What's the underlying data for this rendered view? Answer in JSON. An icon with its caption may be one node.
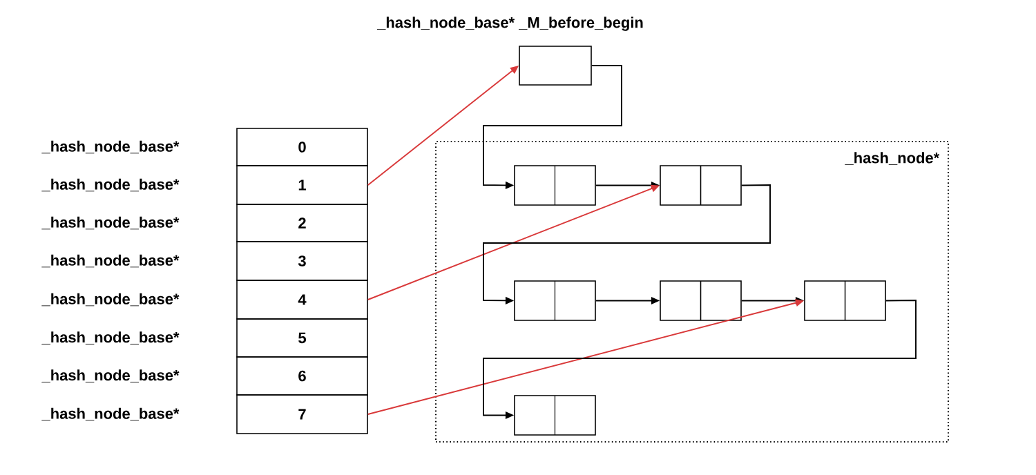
{
  "diagram": {
    "nodes": [
      {
        "text": [
          "_hash_node_base* _M_before_begin"
        ]
      },
      {
        "text": [
          "0"
        ],
        "beside": [
          "_hash_node_base*"
        ]
      },
      {
        "text": [
          "1"
        ],
        "beside": [
          "_hash_node_base*"
        ]
      },
      {
        "text": [
          "2"
        ],
        "beside": [
          "_hash_node_base*"
        ]
      },
      {
        "text": [
          "3"
        ],
        "beside": [
          "_hash_node_base*"
        ]
      },
      {
        "text": [
          "4"
        ],
        "beside": [
          "_hash_node_base*"
        ]
      },
      {
        "text": [
          "5"
        ],
        "beside": [
          "_hash_node_base*"
        ]
      },
      {
        "text": [
          "6"
        ],
        "beside": [
          "_hash_node_base*"
        ]
      },
      {
        "text": [
          "7"
        ],
        "beside": [
          "_hash_node_base*"
        ]
      },
      {
        "text": [
          "_hash_node*"
        ]
      },
      {
        "text": [],
        "shape": "box",
        "in": 9
      },
      {
        "text": [],
        "shape": "box",
        "in": 9
      },
      {
        "text": [],
        "shape": "box",
        "in": 9
      },
      {
        "text": [],
        "shape": "box",
        "in": 9
      },
      {
        "text": [],
        "shape": "box",
        "in": 9
      },
      {
        "text": [],
        "shape": "box",
        "in": 9
      }
    ],
    "edges": [
      {
        "from": 2,
        "to": 0,
        "arrow": "to",
        "color": "#d9393a"
      },
      {
        "from": 0,
        "to": 10,
        "arrow": "to"
      },
      {
        "from": 10,
        "to": 11,
        "arrow": "to"
      },
      {
        "from": 5,
        "to": 11,
        "arrow": "to",
        "color": "#d9393a"
      },
      {
        "from": 11,
        "to": 12,
        "arrow": "to"
      },
      {
        "from": 12,
        "to": 13,
        "arrow": "to"
      },
      {
        "from": 13,
        "to": 14,
        "arrow": "to"
      },
      {
        "from": 8,
        "to": 14,
        "arrow": "to",
        "color": "#d9393a"
      },
      {
        "from": 14,
        "to": 15,
        "arrow": "to"
      }
    ]
  }
}
